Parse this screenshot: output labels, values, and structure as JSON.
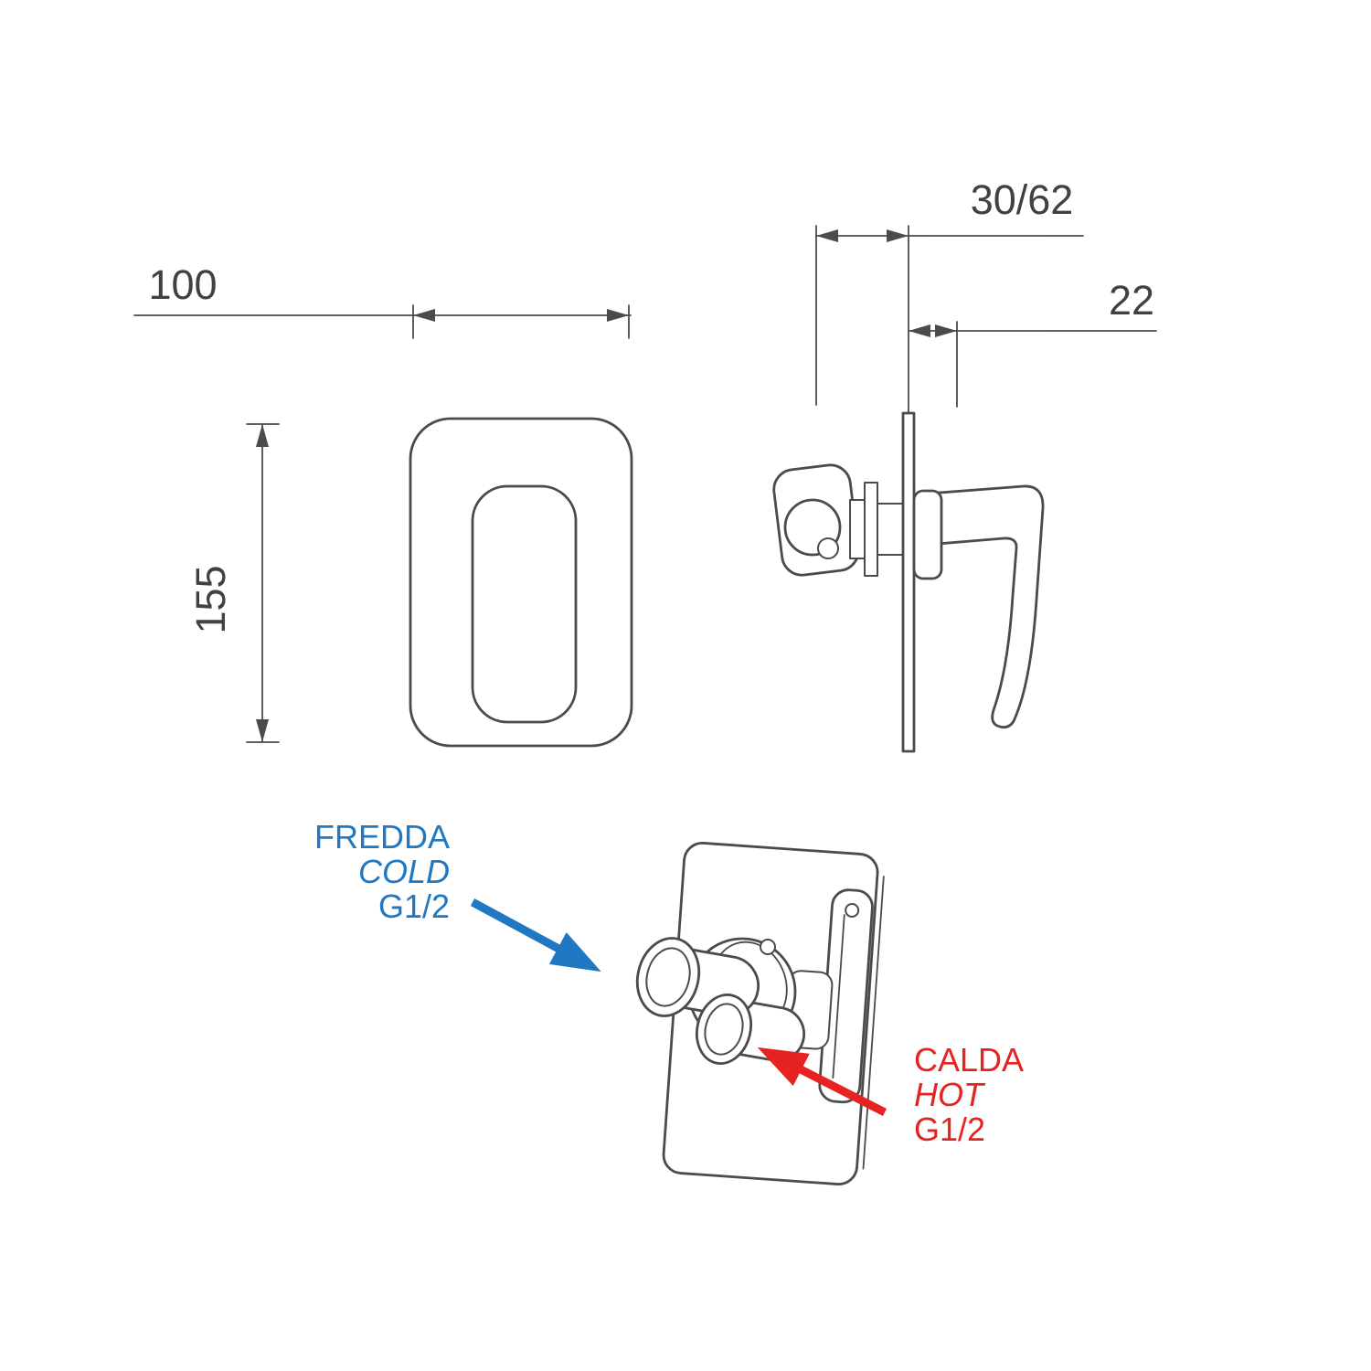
{
  "colors": {
    "cold": "#1f78c1",
    "hot": "#e62320",
    "line": "#4a4b4d",
    "text": "#414042"
  },
  "dimensions": {
    "front_width": "100",
    "front_height": "155",
    "mount_depth": "30/62",
    "trim_depth": "22"
  },
  "labels": {
    "cold": {
      "name": "FREDDA",
      "alt": "COLD",
      "thread": "G1/2"
    },
    "hot": {
      "name": "CALDA",
      "alt": "HOT",
      "thread": "G1/2"
    }
  }
}
